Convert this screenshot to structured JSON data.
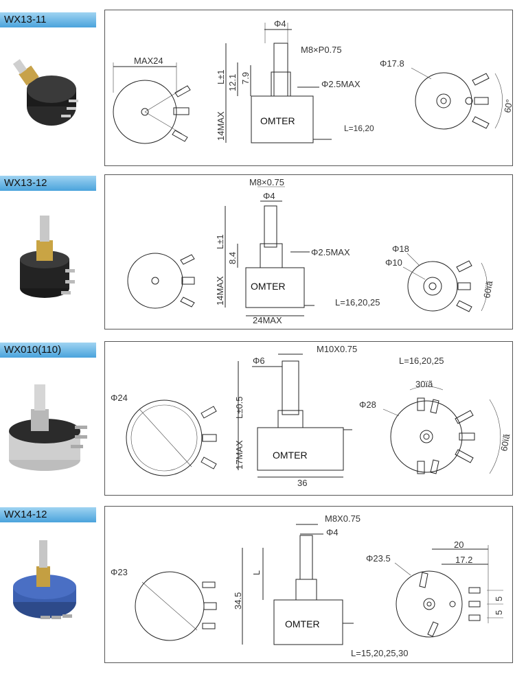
{
  "products": [
    {
      "model": "WX13-11",
      "brand": "OMTER",
      "dims": {
        "max_width": "MAX24",
        "shaft_dia": "Φ4",
        "thread": "M8×P0.75",
        "shaft_len": "L±1",
        "bushing_len": "12.1",
        "thread_len": "7.9",
        "flat_max": "Φ2.5MAX",
        "body_height": "14MAX",
        "lengths": "L=16,20",
        "outer_dia": "Φ17.8",
        "angle": "60°"
      }
    },
    {
      "model": "WX13-12",
      "brand": "OMTER",
      "dims": {
        "thread": "M8×0.75",
        "shaft_dia": "Φ4",
        "shaft_len": "L±1",
        "bushing_len": "8.4",
        "flat_max": "Φ2.5MAX",
        "body_height": "14MAX",
        "body_width": "24MAX",
        "lengths": "L=16,20,25",
        "outer_dia": "Φ18",
        "inner_dia": "Φ10",
        "angle": "60ïã"
      }
    },
    {
      "model": "WX010(110)",
      "brand": "OMTER",
      "dims": {
        "thread": "M10X0.75",
        "shaft_dia": "Φ6",
        "lengths": "L=16,20,25",
        "shaft_len": "L±0.5",
        "body_height": "17MAX",
        "body_width": "36",
        "front_dia": "Φ24",
        "outer_dia": "Φ28",
        "angle_top": "30ïã",
        "angle": "60ïã"
      }
    },
    {
      "model": "WX14-12",
      "brand": "OMTER",
      "dims": {
        "thread": "M8X0.75",
        "shaft_dia": "Φ4",
        "front_dia": "Φ23",
        "total_height": "34.5",
        "shaft_len": "L",
        "outer_dia": "Φ23.5",
        "width_total": "20",
        "width_inner": "17.2",
        "pitch_1": "5",
        "pitch_2": "5",
        "lengths": "L=15,20,25,30"
      }
    }
  ]
}
